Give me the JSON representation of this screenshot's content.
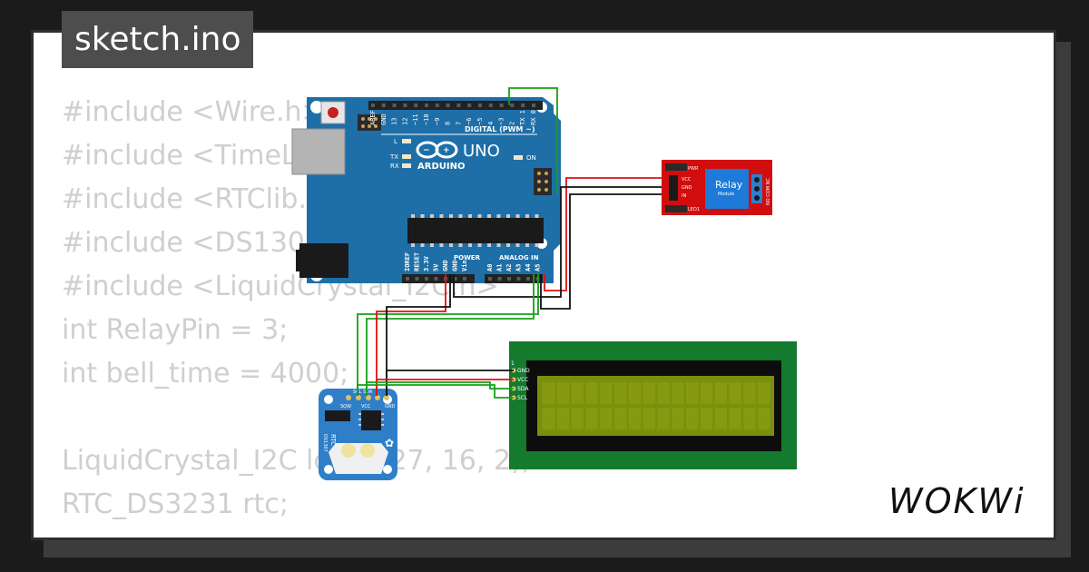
{
  "window": {
    "title": "sketch.ino"
  },
  "code_lines": [
    "#include <Wire.h>",
    "#include <TimeLi",
    "#include <RTClib.h",
    "#include <DS1307",
    "#include <LiquidCrystal_I2C.h>",
    "int RelayPin = 3;",
    "int bell_time = 4000;",
    "",
    "LiquidCrystal_I2C lcd(0x27, 16, 2);",
    "RTC_DS3231 rtc;"
  ],
  "arduino": {
    "brand": "ARDUINO",
    "model": "UNO",
    "digital_label": "DIGITAL (PWM ~)",
    "power_label": "POWER",
    "analog_label": "ANALOG IN",
    "led_labels": [
      "L",
      "TX",
      "RX"
    ],
    "on_label": "ON",
    "top_pins": [
      "AREF",
      "GND",
      "13",
      "12",
      "~11",
      "~10",
      "~9",
      "8",
      "7",
      "~6",
      "~5",
      "4",
      "~3",
      "2",
      "TX 1",
      "RX 0"
    ],
    "power_pins": [
      "IOREF",
      "RESET",
      "3.3V",
      "5V",
      "GND",
      "GND",
      "Vin"
    ],
    "analog_pins": [
      "A0",
      "A1",
      "A2",
      "A3",
      "A4",
      "A5"
    ]
  },
  "relay": {
    "label": "Relay",
    "sublabel": "Module",
    "pins": [
      "VCC",
      "GND",
      "IN"
    ],
    "pwr_label": "PWR",
    "led_label": "LED1",
    "side_label": "NO COM NC"
  },
  "lcd": {
    "pins": [
      "GND",
      "VCC",
      "SDA",
      "SCL"
    ],
    "pin1_marker": "1"
  },
  "rtc": {
    "pins": [
      "SQW",
      "SCL",
      "SDA",
      "VCC",
      "GND"
    ],
    "chip_label": "RTC",
    "chip_sub": "DS1307"
  },
  "brand_logo": "WOKWi",
  "colors": {
    "board_blue": "#1e6fa8",
    "wire_red": "#e01010",
    "wire_green": "#16a016",
    "wire_black": "#111111",
    "lcd_green": "#137a2e",
    "lcd_screen": "#7a8f0c",
    "relay_red": "#d10d0d",
    "rtc_blue": "#2f7fc8"
  }
}
